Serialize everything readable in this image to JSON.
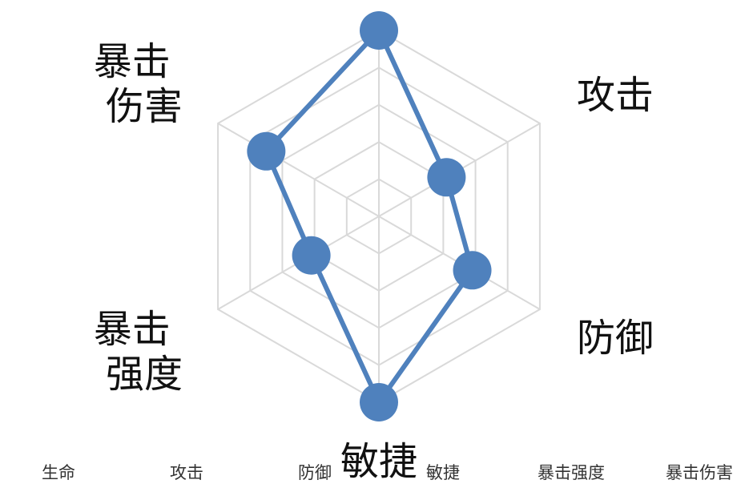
{
  "chart_data": {
    "type": "radar",
    "title": "",
    "axes": [
      "生命",
      "攻击",
      "防御",
      "敏捷",
      "暴击强度",
      "暴击伤害"
    ],
    "axis_labels_visible": [
      {
        "axis": "攻击",
        "lines": [
          "攻击"
        ]
      },
      {
        "axis": "防御",
        "lines": [
          "防御"
        ]
      },
      {
        "axis": "敏捷",
        "lines": [
          "敏捷"
        ]
      },
      {
        "axis": "暴击强度",
        "lines": [
          "暴击",
          "强度"
        ]
      },
      {
        "axis": "暴击伤害",
        "lines": [
          "暴击",
          "伤害"
        ]
      }
    ],
    "max": 5,
    "rings": 5,
    "series": [
      {
        "values": [
          5,
          2.1,
          2.9,
          5,
          2.1,
          3.5
        ]
      }
    ],
    "bottom_labels": [
      "生命",
      "攻击",
      "防御",
      "敏捷",
      "暴击强度",
      "暴击伤害"
    ],
    "colors": {
      "series": "#4f81bd",
      "grid": "#d9d9d9"
    },
    "grid": true,
    "legend": "none"
  }
}
